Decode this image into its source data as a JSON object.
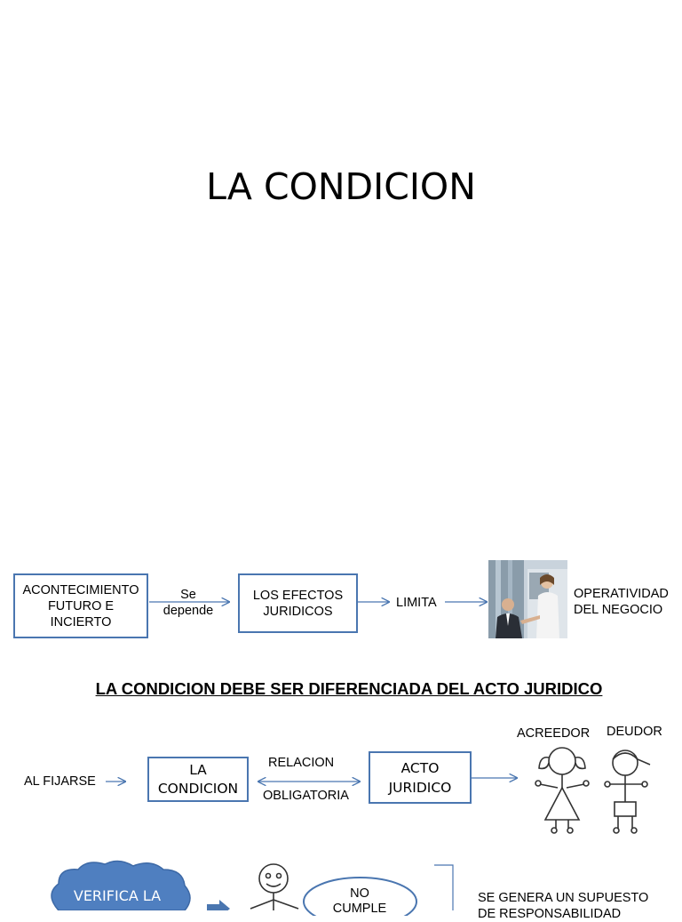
{
  "slide1": {
    "title": "LA CONDICION"
  },
  "diagram1": {
    "box1": "ACONTECIMIENTO\nFUTURO E\nINCIERTO",
    "arrow1_label": "Se\ndepende",
    "box2": "LOS EFECTOS\nJURIDICOS",
    "limita": "LIMITA",
    "photo_icon": "business-handshake-photo-icon",
    "result": "OPERATIVIDAD\nDEL NEGOCIO"
  },
  "heading": "LA CONDICION DEBE SER DIFERENCIADA DEL ACTO JURIDICO",
  "diagram2": {
    "al_fijarse": "AL FIJARSE",
    "box_condicion": "LA\nCONDICION",
    "relacion": "RELACION",
    "obligatoria": "OBLIGATORIA",
    "box_acto": "ACTO\nJURIDICO",
    "acreedor": "ACREEDOR",
    "deudor": "DEUDOR"
  },
  "diagram3": {
    "cloud": "VERIFICA LA",
    "ellipse": "NO\nCUMPLE",
    "result": "SE GENERA UN SUPUESTO\nDE RESPONSABILIDAD"
  },
  "colors": {
    "accent": "#4a76b0",
    "cloud": "#4f7fc0"
  }
}
